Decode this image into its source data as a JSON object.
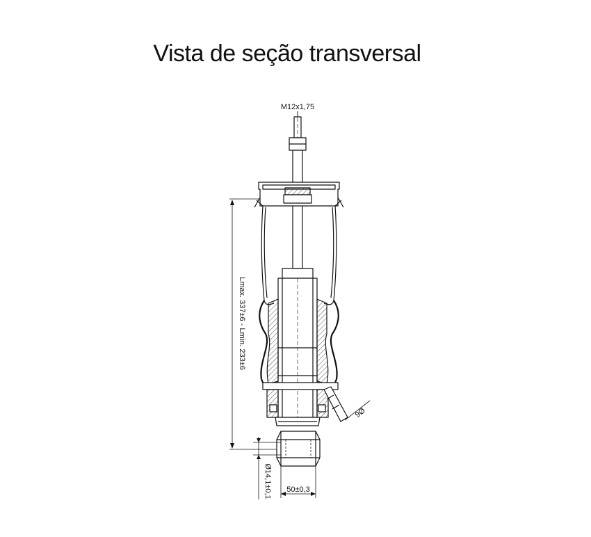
{
  "title": "Vista de seção transversal",
  "labels": {
    "thread": "M12x1,75",
    "length": "Lmax. 337±6 - Lmin. 233±6",
    "bore": "Ø14,1±0,1",
    "width": "50±0,3",
    "fitting": "9Ø"
  },
  "colors": {
    "line": "#111111",
    "hatch": "#444444"
  }
}
